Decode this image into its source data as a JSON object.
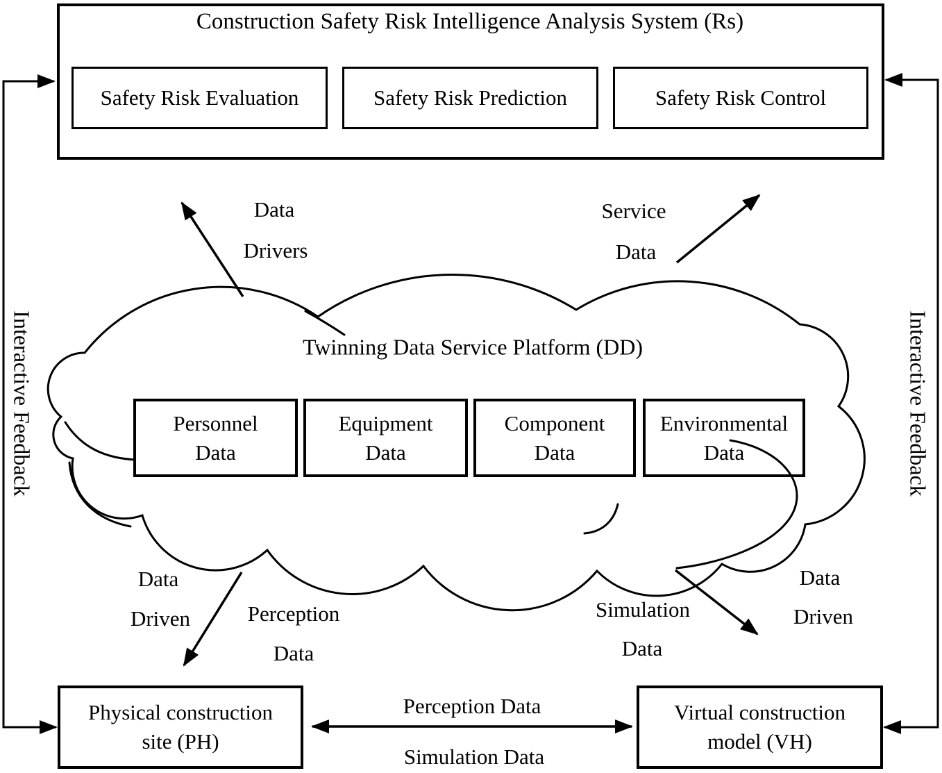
{
  "colors": {
    "ink": "#000000",
    "background": "#ffffff"
  },
  "rs_system": {
    "title": "Construction Safety Risk Intelligence Analysis System (Rs)",
    "modules": [
      {
        "label": "Safety Risk Evaluation"
      },
      {
        "label": "Safety Risk Prediction"
      },
      {
        "label": "Safety Risk Control"
      }
    ]
  },
  "cloud": {
    "title": "Twinning Data Service Platform (DD)",
    "data_boxes": [
      {
        "label": "Personnel\nData"
      },
      {
        "label": "Equipment\nData"
      },
      {
        "label": "Component\nData"
      },
      {
        "label": "Environmental\nData"
      }
    ]
  },
  "arrow_labels": {
    "data_drivers": {
      "line1": "Data",
      "line2": "Drivers"
    },
    "service_data": {
      "line1": "Service",
      "line2": "Data"
    },
    "data_driven_left": {
      "line1": "Data",
      "line2": "Driven"
    },
    "perception_mid": {
      "line1": "Perception",
      "line2": "Data"
    },
    "simulation_mid": {
      "line1": "Simulation",
      "line2": "Data"
    },
    "data_driven_right": {
      "line1": "Data",
      "line2": "Driven"
    },
    "perception_bottom": "Perception Data",
    "simulation_bottom": "Simulation Data"
  },
  "feedback": {
    "left": "Interactive Feedback",
    "right": "Interactive Feedback"
  },
  "bottom_nodes": {
    "physical": "Physical construction\nsite (PH)",
    "virtual": "Virtual construction\nmodel (VH)"
  }
}
